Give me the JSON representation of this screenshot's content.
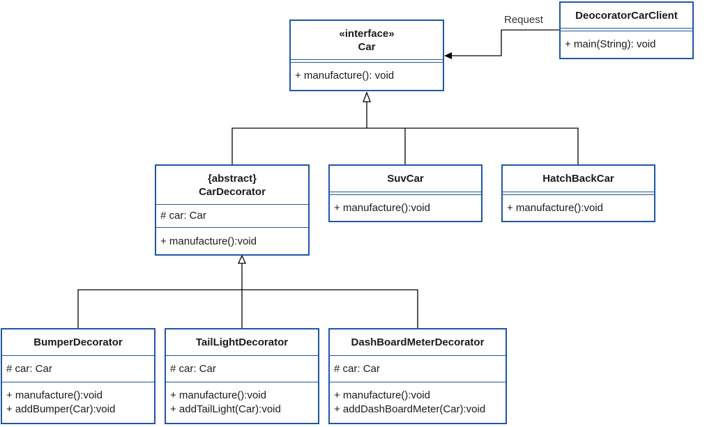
{
  "diagram": {
    "request_label": "Request",
    "classes": {
      "car": {
        "stereotype": "«interface»",
        "name": "Car",
        "methods": [
          "+ manufacture(): void"
        ]
      },
      "client": {
        "name": "DeocoratorCarClient",
        "methods": [
          "+ main(String): void"
        ]
      },
      "car_decorator": {
        "stereotype": "{abstract}",
        "name": "CarDecorator",
        "attributes": [
          "# car: Car"
        ],
        "methods": [
          "+ manufacture():void"
        ]
      },
      "suv_car": {
        "name": "SuvCar",
        "methods": [
          "+ manufacture():void"
        ]
      },
      "hatchback_car": {
        "name": "HatchBackCar",
        "methods": [
          "+ manufacture():void"
        ]
      },
      "bumper_decorator": {
        "name": "BumperDecorator",
        "attributes": [
          "# car: Car"
        ],
        "methods": [
          "+ manufacture():void",
          "+ addBumper(Car):void"
        ]
      },
      "taillight_decorator": {
        "name": "TailLightDecorator",
        "attributes": [
          "# car: Car"
        ],
        "methods": [
          "+ manufacture():void",
          "+ addTailLight(Car):void"
        ]
      },
      "dashboard_decorator": {
        "name": "DashBoardMeterDecorator",
        "attributes": [
          "# car: Car"
        ],
        "methods": [
          "+ manufacture():void",
          "+ addDashBoardMeter(Car):void"
        ]
      }
    }
  }
}
